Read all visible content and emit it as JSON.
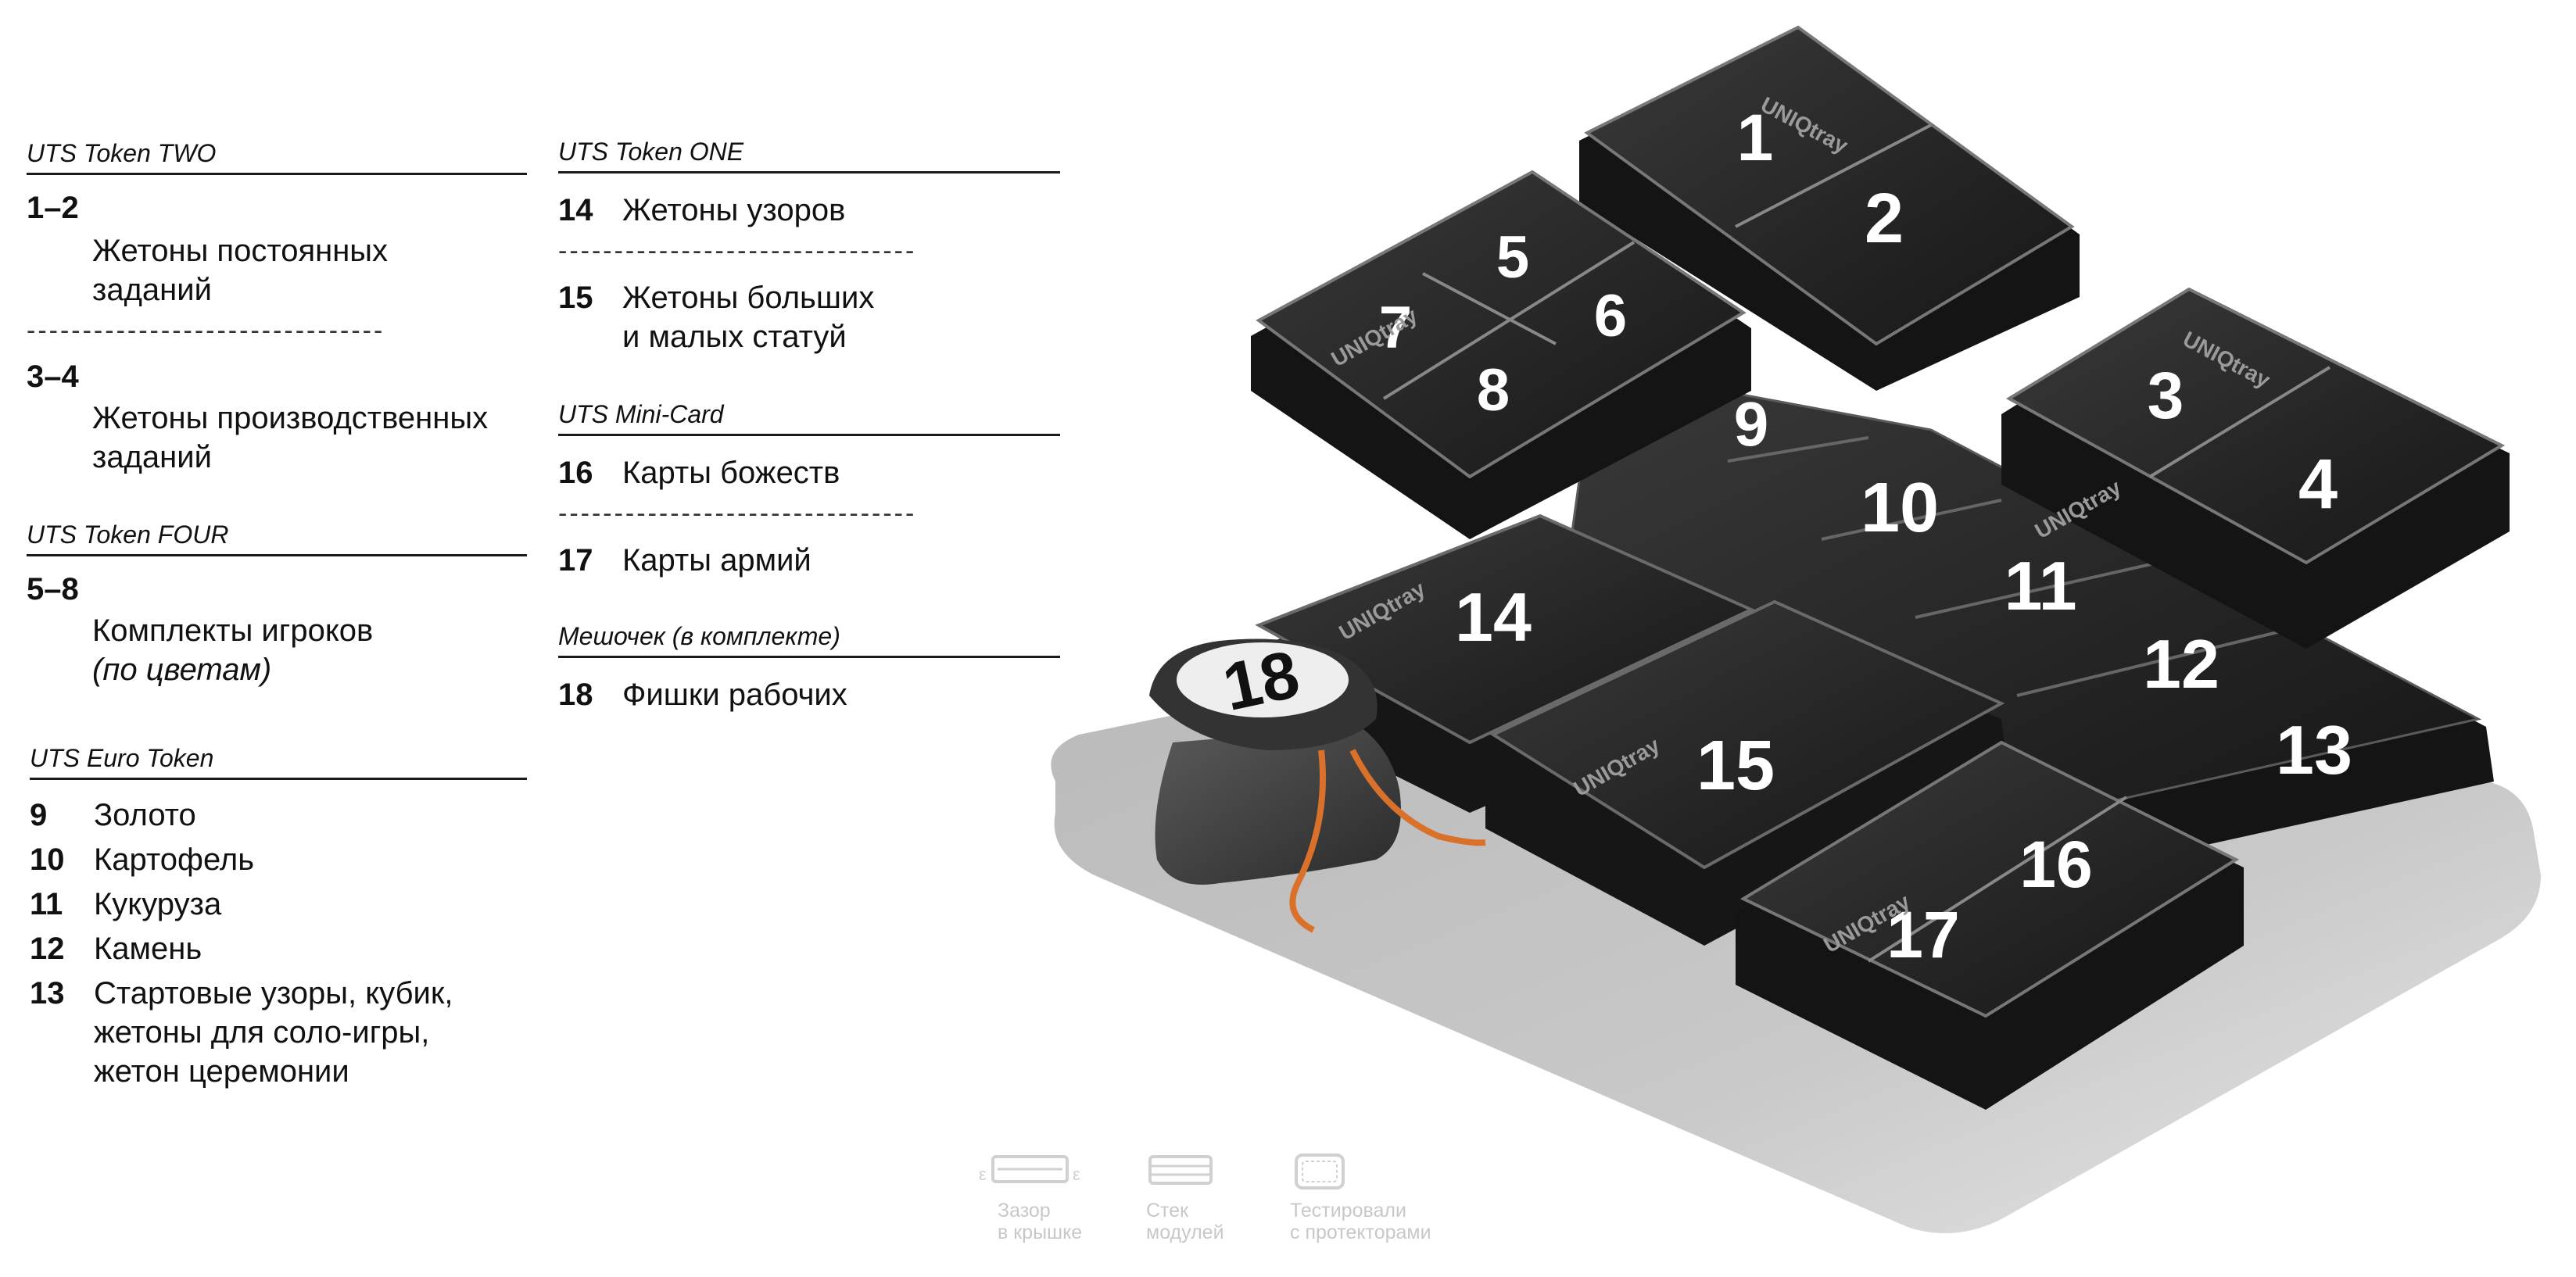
{
  "groups": {
    "token_two": {
      "header": "UTS Token TWO",
      "item1": {
        "num": "1–2",
        "line1": "Жетоны постоянных",
        "line2": "заданий"
      },
      "item2": {
        "num": "3–4",
        "line1": "Жетоны производственных",
        "line2": "заданий"
      }
    },
    "token_four": {
      "header": "UTS Token FOUR",
      "item1": {
        "num": "5–8",
        "line1": "Комплекты игроков",
        "line2": "(по цветам)"
      }
    },
    "euro_token": {
      "header": "UTS Euro Token",
      "items": [
        {
          "num": "9",
          "text": "Золото"
        },
        {
          "num": "10",
          "text": "Картофель"
        },
        {
          "num": "11",
          "text": "Кукуруза"
        },
        {
          "num": "12",
          "text": "Камень"
        },
        {
          "num": "13",
          "line1": "Стартовые узоры, кубик,",
          "line2": "жетоны для соло-игры,",
          "line3": "жетон церемонии"
        }
      ]
    },
    "token_one": {
      "header": "UTS Token ONE",
      "item1": {
        "num": "14",
        "text": "Жетоны узоров"
      },
      "item2": {
        "num": "15",
        "line1": "Жетоны больших",
        "line2": "и малых статуй"
      }
    },
    "mini_card": {
      "header": "UTS Mini-Card",
      "item1": {
        "num": "16",
        "text": "Карты божеств"
      },
      "item2": {
        "num": "17",
        "text": "Карты армий"
      }
    },
    "bag": {
      "header": "Мешочек (в комплекте)",
      "item1": {
        "num": "18",
        "text": "Фишки рабочих"
      }
    }
  },
  "separator": "--------------------------------",
  "trays": {
    "n1": "1",
    "n2": "2",
    "n3": "3",
    "n4": "4",
    "n5": "5",
    "n6": "6",
    "n7": "7",
    "n8": "8",
    "n9": "9",
    "n10": "10",
    "n11": "11",
    "n12": "12",
    "n13": "13",
    "n14": "14",
    "n15": "15",
    "n16": "16",
    "n17": "17",
    "n18": "18",
    "brand": "UNIQtray"
  },
  "legend_icons": [
    {
      "icon": "lid-gap-icon",
      "line1": "Зазор",
      "line2": "в крышке"
    },
    {
      "icon": "module-stack-icon",
      "line1": "Стек",
      "line2": "модулей"
    },
    {
      "icon": "sleeve-tested-icon",
      "line1": "Тестировали",
      "line2": "с протекторами"
    }
  ]
}
